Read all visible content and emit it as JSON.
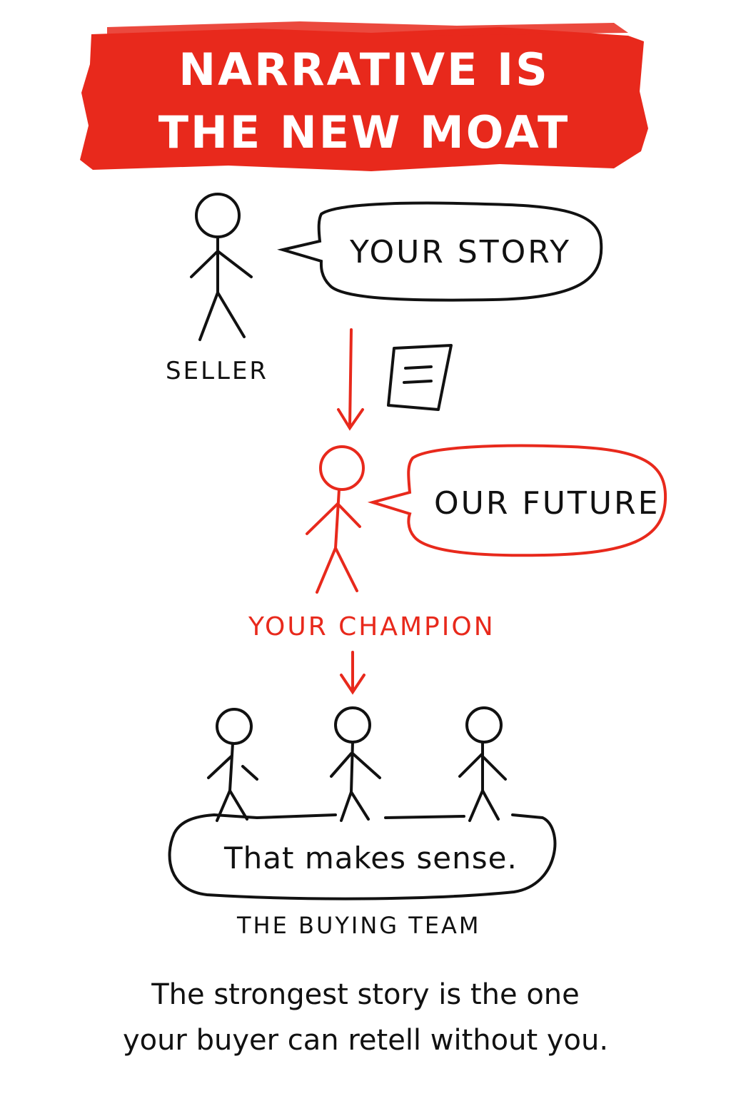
{
  "title": {
    "line1": "NARRATIVE IS",
    "line2": "THE NEW MOAT"
  },
  "seller": {
    "speech": "YOUR STORY",
    "label": "SELLER"
  },
  "champion": {
    "speech": "OUR FUTURE",
    "label": "YOUR CHAMPION"
  },
  "team": {
    "speech": "That makes sense.",
    "label": "THE BUYING TEAM"
  },
  "caption": {
    "line1": "The strongest story is the one",
    "line2": "your buyer can retell without you."
  },
  "colors": {
    "accent": "#e8291c",
    "ink": "#111111",
    "background": "#ffffff"
  },
  "icons": [
    "document-icon",
    "arrow-down-icon",
    "stick-figure-icon",
    "speech-bubble-icon"
  ]
}
